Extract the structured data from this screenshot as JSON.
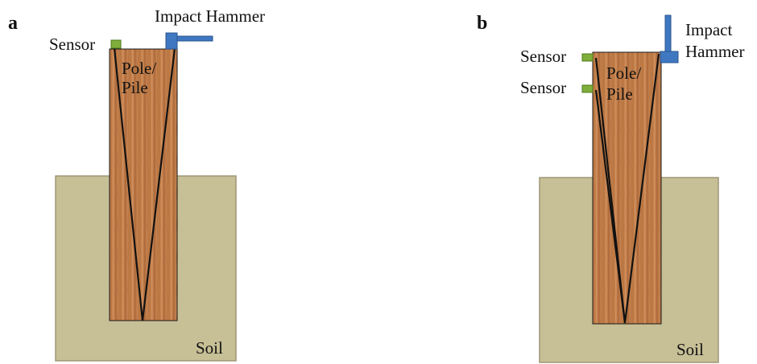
{
  "colors": {
    "soil_fill": "#c7bf96",
    "soil_stroke": "#9e9677",
    "pole_wood": "#bf7a4a",
    "sensor": "#7fae3a",
    "hammer": "#3f78c1",
    "wave_line": "#111111"
  },
  "panels": [
    {
      "label": "a",
      "sensor_labels": [
        "Sensor"
      ],
      "hammer_label": "Impact Hammer",
      "pole_label_line1": "Pole/",
      "pole_label_line2": "Pile",
      "soil_label": "Soil"
    },
    {
      "label": "b",
      "sensor_labels": [
        "Sensor",
        "Sensor"
      ],
      "hammer_label_line1": "Impact",
      "hammer_label_line2": "Hammer",
      "pole_label_line1": "Pole/",
      "pole_label_line2": "Pile",
      "soil_label": "Soil"
    }
  ]
}
